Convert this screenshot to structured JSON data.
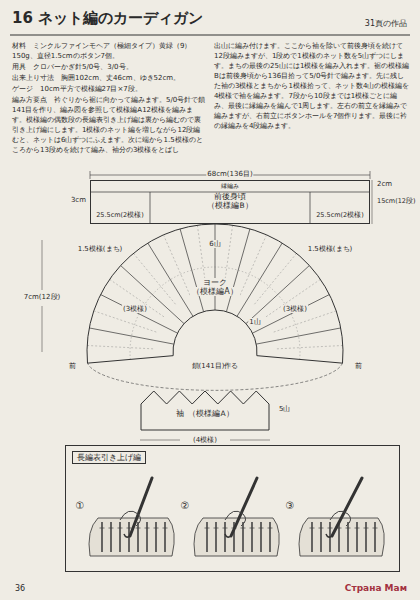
{
  "diagram": {
    "title": "16 ネット編のカーディガン",
    "nodes": [
      {
        "text": [
          "前後身頃",
          "（模様編B）"
        ]
      },
      {
        "text": [
          "ヨーク",
          "（模様編A）"
        ]
      },
      {
        "text": [
          "袖",
          "（模様編A）"
        ]
      },
      {
        "text": [
          "長編表引き上げ編"
        ]
      }
    ],
    "labels": [
      "31頁の作品",
      "材料　ミンクルファインモヘア（極細タイプ）黄緑（9）150g、直径1.5cmのボタン7個。",
      "用具　クロバーかぎ針5/0号、3/0号。",
      "出来上り寸法　胸囲102cm、丈46cm、ゆき52cm。",
      "ゲージ　10cm平方で模様編27目×7段。",
      "編み方要点　衿ぐりから裾に向かって編みます。5/0号針で鎖141目を作り、編み図を参照して模様編A12模様を編みます。模様編の偶数段の長編表引き上げ編は裏から編むので裏引き上げ編にします。1模様のネット編を増しながら12段編むと、ネットは6山ずつにふえます。次に端から1.5模様のところから13段めを続けて編み、袖分の3模様をとばし",
      "出山に編み付けます。ここから袖を除いて前後身頃を続けて12段編みますが、1段めで1模様のネット数を5山ずつにします。まちの最後の25山には1模様を編み入れます。裾の模様編Bは前後身頃から136目拾って5/0号針で編みます。先に残した袖の3模様とまちから1模様拾って、ネット数4山の模様編を4模様で袖を編みます。7段から10段までは1模様ごとに編み、最後に縁編みを編んで1周します。左右の前立を縁編みで編みますが、右前立にボタンホールを7個作ります。最後に衿の縁編みを4段編みます。",
      "68cm(136目)",
      "縁編み",
      "25.5cm(2模様)",
      "25.5cm(2模様)",
      "2cm",
      "15cm(12段)",
      "3cm",
      "7cm(12段)",
      "(3模様)",
      "(3模様)",
      "1.5模様(まち)",
      "1.5模様(まち)",
      "6山",
      "1山",
      "鎖(141目)作る",
      "前",
      "前",
      "5山",
      "(4模様)",
      "①",
      "②",
      "③",
      "36",
      "Страна Мам"
    ]
  }
}
